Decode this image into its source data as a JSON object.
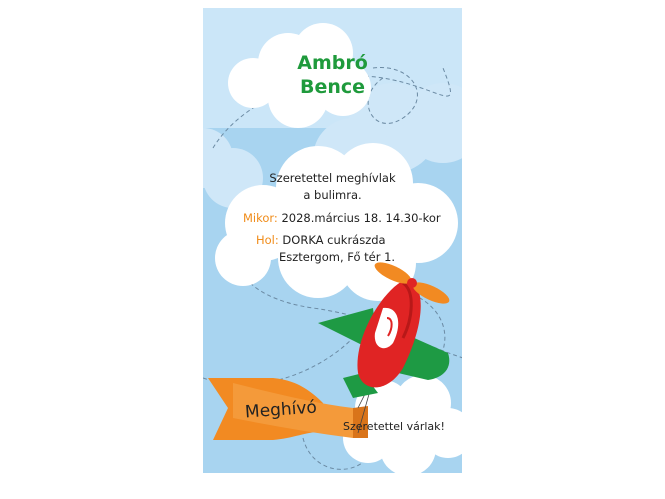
{
  "invitation": {
    "name_first": "Ambró",
    "name_last": "Bence",
    "greeting_line1": "Szeretettel meghívlak",
    "greeting_line2": "a bulimra.",
    "when_label": "Mikor:",
    "when_value": "2028.március 18. 14.30-kor",
    "where_label": "Hol:",
    "where_value_line1": "DORKA cukrászda",
    "where_value_line2": "Esztergom, Fő tér 1.",
    "banner_text": "Meghívó",
    "closing_text": "Szeretettel várlak!"
  },
  "colors": {
    "sky": "#a8d4f0",
    "sky_light": "#cbe6f8",
    "name_green": "#1f9a3c",
    "label_orange": "#f08c1a",
    "plane_red": "#e02424",
    "wing_green": "#1e9a44",
    "banner_orange": "#f28a22"
  },
  "icons": {
    "airplane": "airplane-icon",
    "banner": "banner-ribbon",
    "clouds": "cloud-shapes"
  }
}
